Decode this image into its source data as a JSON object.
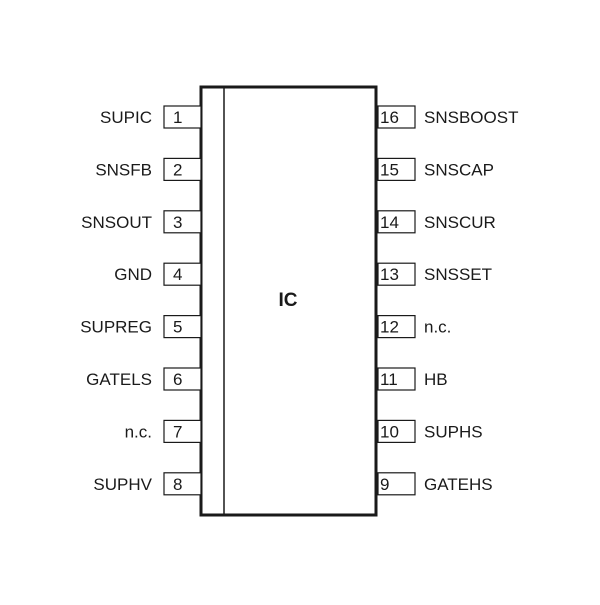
{
  "ic": {
    "label": "IC"
  },
  "pins_left": [
    {
      "number": "1",
      "name": "SUPIC"
    },
    {
      "number": "2",
      "name": "SNSFB"
    },
    {
      "number": "3",
      "name": "SNSOUT"
    },
    {
      "number": "4",
      "name": "GND"
    },
    {
      "number": "5",
      "name": "SUPREG"
    },
    {
      "number": "6",
      "name": "GATELS"
    },
    {
      "number": "7",
      "name": "n.c."
    },
    {
      "number": "8",
      "name": "SUPHV"
    }
  ],
  "pins_right": [
    {
      "number": "16",
      "name": "SNSBOOST"
    },
    {
      "number": "15",
      "name": "SNSCAP"
    },
    {
      "number": "14",
      "name": "SNSCUR"
    },
    {
      "number": "13",
      "name": "SNSSET"
    },
    {
      "number": "12",
      "name": "n.c."
    },
    {
      "number": "11",
      "name": "HB"
    },
    {
      "number": "10",
      "name": "SUPHS"
    },
    {
      "number": "9",
      "name": "GATEHS"
    }
  ]
}
